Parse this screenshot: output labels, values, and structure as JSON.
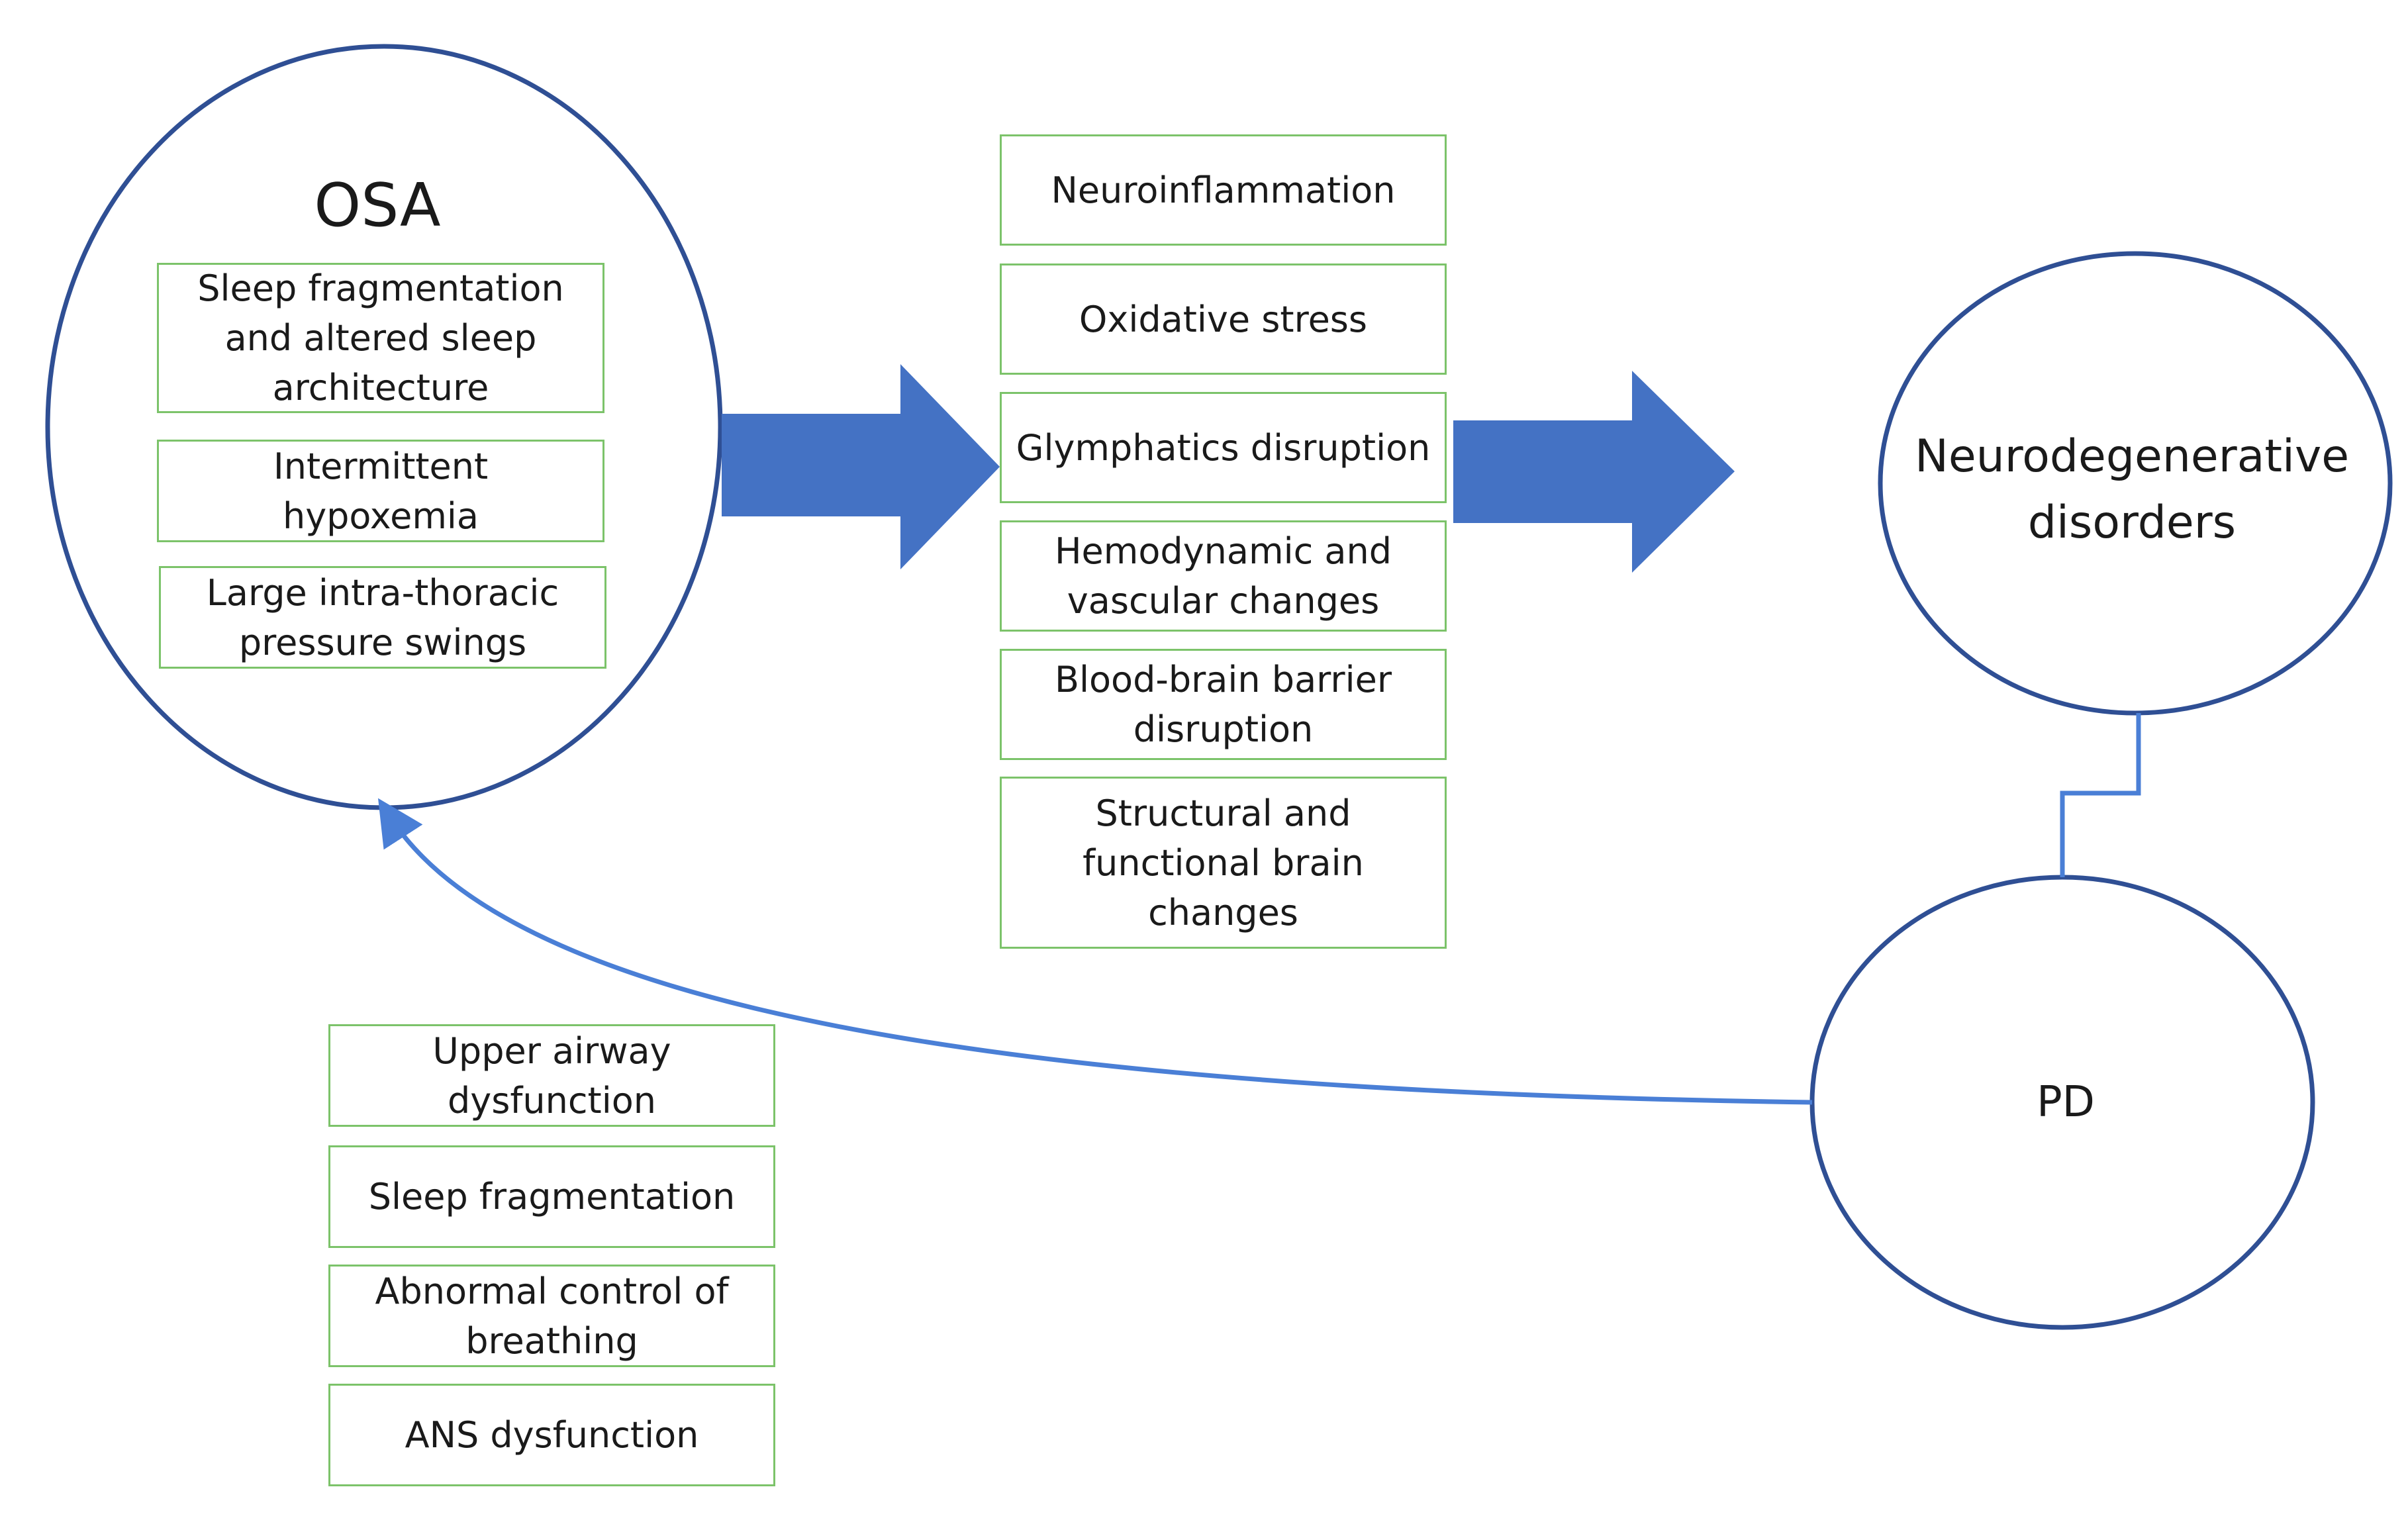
{
  "osa": {
    "title": "OSA",
    "items": [
      {
        "label": "Sleep fragmentation and altered sleep architecture"
      },
      {
        "label": "Intermittent hypoxemia"
      },
      {
        "label": "Large intra-thoracic pressure swings"
      }
    ]
  },
  "mechanisms": [
    {
      "label": "Neuroinflammation"
    },
    {
      "label": "Oxidative stress"
    },
    {
      "label": "Glymphatics disruption"
    },
    {
      "label": "Hemodynamic and vascular changes"
    },
    {
      "label": "Blood-brain barrier disruption"
    },
    {
      "label": "Structural and functional brain changes"
    }
  ],
  "neurodegenerative": {
    "title": "Neurodegenerative disorders"
  },
  "pd": {
    "title": "PD",
    "items": [
      {
        "label": "Upper airway dysfunction"
      },
      {
        "label": "Sleep fragmentation"
      },
      {
        "label": "Abnormal control of breathing"
      },
      {
        "label": "ANS dysfunction"
      }
    ]
  },
  "colors": {
    "circle_stroke": "#2f4f94",
    "arrow_fill": "#4472c4",
    "box_border": "#7cc36a",
    "connector": "#4a7fd6"
  }
}
